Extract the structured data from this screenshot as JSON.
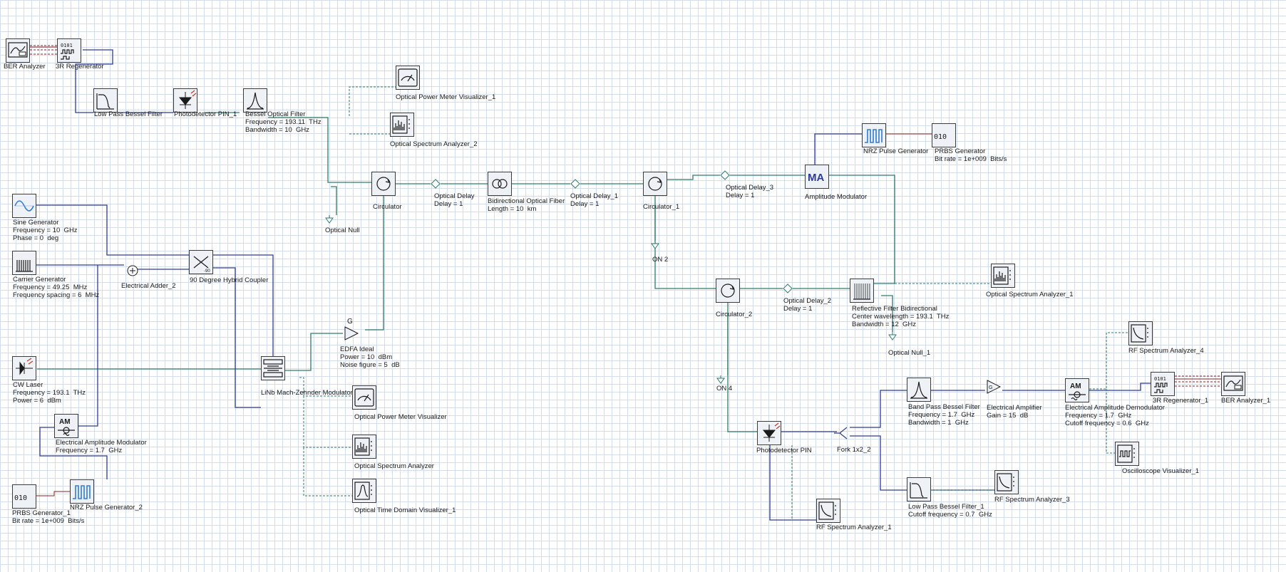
{
  "components": [
    {
      "id": "ber1",
      "name": "BER Analyzer",
      "params": [],
      "icon": "ber-analyzer-icon"
    },
    {
      "id": "reg1",
      "name": "3R Regenerator",
      "params": [],
      "icon": "regenerator-icon"
    },
    {
      "id": "lpbf1",
      "name": "Low Pass Bessel Filter",
      "params": [],
      "icon": "lowpass-filter-icon"
    },
    {
      "id": "pin1",
      "name": "Photodetector PIN_1",
      "params": [],
      "icon": "photodetector-icon"
    },
    {
      "id": "bof",
      "name": "Bessel Optical Filter",
      "params": [
        "Frequency = 193.11  THz",
        "Bandwidth = 10  GHz"
      ],
      "icon": "bandpass-filter-icon"
    },
    {
      "id": "opmv1",
      "name": "Optical Power Meter Visualizer_1",
      "params": [],
      "icon": "power-meter-icon"
    },
    {
      "id": "osa2",
      "name": "Optical Spectrum Analyzer_2",
      "params": [],
      "icon": "spectrum-analyzer-icon"
    },
    {
      "id": "sine",
      "name": "Sine Generator",
      "params": [
        "Frequency = 10  GHz",
        "Phase = 0  deg"
      ],
      "icon": "sine-generator-icon"
    },
    {
      "id": "carrier",
      "name": "Carrier Generator",
      "params": [
        "Frequency = 49.25  MHz",
        "Frequency spacing = 6  MHz"
      ],
      "icon": "carrier-generator-icon"
    },
    {
      "id": "adder",
      "name": "Electrical Adder_2",
      "params": [],
      "icon": "adder-icon"
    },
    {
      "id": "hybrid",
      "name": "90 Degree Hybrid Coupler",
      "params": [],
      "icon": "hybrid-coupler-icon"
    },
    {
      "id": "cw",
      "name": "CW Laser",
      "params": [
        "Frequency = 193.1  THz",
        "Power = 6  dBm"
      ],
      "icon": "laser-icon"
    },
    {
      "id": "eam",
      "name": "Electrical Amplitude Modulator",
      "params": [
        "Frequency = 1.7  GHz"
      ],
      "icon": "am-modulator-icon"
    },
    {
      "id": "prbs1",
      "name": "PRBS Generator_1",
      "params": [
        "Bit rate = 1e+009  Bits/s"
      ],
      "icon": "prbs-icon"
    },
    {
      "id": "nrz2",
      "name": "NRZ Pulse Generator_2",
      "params": [],
      "icon": "nrz-icon"
    },
    {
      "id": "mzm",
      "name": "LiNb Mach-Zehnder Modulator",
      "params": [],
      "icon": "mzm-icon"
    },
    {
      "id": "edfa",
      "name": "EDFA Ideal",
      "params": [
        "Power = 10  dBm",
        "Noise figure = 5  dB"
      ],
      "icon": "amplifier-icon"
    },
    {
      "id": "opmv",
      "name": "Optical Power Meter Visualizer",
      "params": [],
      "icon": "power-meter-icon"
    },
    {
      "id": "osa",
      "name": "Optical Spectrum Analyzer",
      "params": [],
      "icon": "spectrum-analyzer-icon"
    },
    {
      "id": "otdv",
      "name": "Optical Time Domain Visualizer_1",
      "params": [],
      "icon": "time-domain-icon"
    },
    {
      "id": "onull",
      "name": "Optical Null",
      "params": [],
      "icon": "null-icon"
    },
    {
      "id": "circ",
      "name": "Circulator",
      "params": [],
      "icon": "circulator-icon"
    },
    {
      "id": "od",
      "name": "Optical Delay",
      "params": [
        "Delay = 1"
      ],
      "icon": "delay-icon"
    },
    {
      "id": "fiber",
      "name": "Bidirectional Optical Fiber",
      "params": [
        "Length = 10  km"
      ],
      "icon": "fiber-icon"
    },
    {
      "id": "od1",
      "name": "Optical Delay_1",
      "params": [
        "Delay = 1"
      ],
      "icon": "delay-icon"
    },
    {
      "id": "circ1",
      "name": "Circulator_1",
      "params": [],
      "icon": "circulator-icon"
    },
    {
      "id": "on2",
      "name": "ON 2",
      "params": [],
      "icon": "null-icon"
    },
    {
      "id": "od3",
      "name": "Optical Delay_3",
      "params": [
        "Delay = 1"
      ],
      "icon": "delay-icon"
    },
    {
      "id": "am",
      "name": "Amplitude Modulator",
      "params": [],
      "icon": "amplitude-modulator-icon"
    },
    {
      "id": "nrz",
      "name": "NRZ Pulse Generator",
      "params": [],
      "icon": "nrz-icon"
    },
    {
      "id": "prbs",
      "name": "PRBS Generator",
      "params": [
        "Bit rate = 1e+009  Bits/s"
      ],
      "icon": "prbs-icon"
    },
    {
      "id": "circ2",
      "name": "Circulator_2",
      "params": [],
      "icon": "circulator-icon"
    },
    {
      "id": "od2",
      "name": "Optical Delay_2",
      "params": [
        "Delay = 1"
      ],
      "icon": "delay-icon"
    },
    {
      "id": "rfb",
      "name": "Reflective Filter Bidirectional",
      "params": [
        "Center wavelength = 193.1  THz",
        "Bandwidth = 12  GHz"
      ],
      "icon": "reflective-filter-icon"
    },
    {
      "id": "osa1",
      "name": "Optical Spectrum Analyzer_1",
      "params": [],
      "icon": "spectrum-analyzer-icon"
    },
    {
      "id": "onull1",
      "name": "Optical Null_1",
      "params": [],
      "icon": "null-icon"
    },
    {
      "id": "on4",
      "name": "ON 4",
      "params": [],
      "icon": "null-icon"
    },
    {
      "id": "pin",
      "name": "Photodetector PIN",
      "params": [],
      "icon": "photodetector-icon"
    },
    {
      "id": "rfsa1",
      "name": "RF Spectrum Analyzer_1",
      "params": [],
      "icon": "rf-spectrum-icon"
    },
    {
      "id": "fork",
      "name": "Fork 1x2_2",
      "params": [],
      "icon": "fork-icon"
    },
    {
      "id": "bpbf",
      "name": "Band Pass Bessel Filter",
      "params": [
        "Frequency = 1.7  GHz",
        "Bandwidth = 1  GHz"
      ],
      "icon": "bandpass-filter-icon"
    },
    {
      "id": "lpbf11",
      "name": "Low Pass Bessel Filter_1",
      "params": [
        "Cutoff frequency = 0.7  GHz"
      ],
      "icon": "lowpass-filter-icon"
    },
    {
      "id": "rfsa3",
      "name": "RF Spectrum Analyzer_3",
      "params": [],
      "icon": "rf-spectrum-icon"
    },
    {
      "id": "eamp",
      "name": "Electrical Amplifier",
      "params": [
        "Gain = 15  dB"
      ],
      "icon": "amplifier-icon"
    },
    {
      "id": "eadm",
      "name": "Electrical Amplitude Demodulator",
      "params": [
        "Frequency = 1.7  GHz",
        "Cutoff frequency = 0.6  GHz"
      ],
      "icon": "am-demodulator-icon"
    },
    {
      "id": "rfsa4",
      "name": "RF Spectrum Analyzer_4",
      "params": [],
      "icon": "rf-spectrum-icon"
    },
    {
      "id": "oscv",
      "name": "Oscilloscope Visualizer_1",
      "params": [],
      "icon": "oscilloscope-icon"
    },
    {
      "id": "reg11",
      "name": "3R Regenerator_1",
      "params": [],
      "icon": "regenerator-icon"
    },
    {
      "id": "ber11",
      "name": "BER Analyzer_1",
      "params": [],
      "icon": "ber-analyzer-icon"
    }
  ],
  "colors": {
    "optical": "#2e7d6a",
    "electrical": "#2f3c96",
    "monitor": "#2e7d6a",
    "binary": "#8a2020",
    "grid": "#d2dcea"
  }
}
